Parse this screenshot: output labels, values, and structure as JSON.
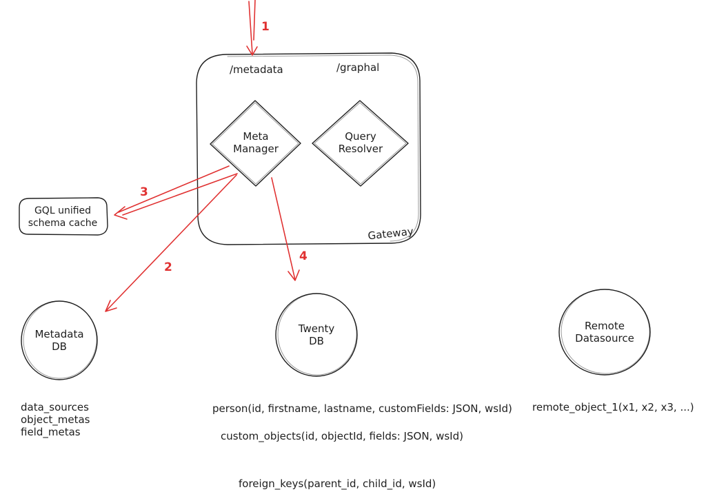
{
  "diagram": {
    "colors": {
      "ink": "#1e1e1e",
      "arrow": "#e03131",
      "background": "#ffffff"
    },
    "gateway": {
      "label": "Gateway",
      "endpoint_metadata": "/metadata",
      "endpoint_graphql": "/graphal",
      "meta_manager": {
        "lines": [
          "Meta",
          "Manager"
        ]
      },
      "query_resolver": {
        "lines": [
          "Query",
          "Resolver"
        ]
      }
    },
    "schema_cache": {
      "lines": [
        "GQL unified",
        "schema cache"
      ]
    },
    "databases": {
      "metadata_db": {
        "lines": [
          "Metadata",
          "DB"
        ]
      },
      "twenty_db": {
        "lines": [
          "Twenty",
          "DB"
        ]
      },
      "remote_datasource": {
        "lines": [
          "Remote",
          "Datasource"
        ]
      }
    },
    "arrow_labels": {
      "step1": "1",
      "step2": "2",
      "step3": "3",
      "step4": "4"
    },
    "schema_text": {
      "metadata_tables": [
        "data_sources",
        "object_metas",
        "field_metas"
      ],
      "person_table": "person(id, firstname, lastname, customFields: JSON, wsId)",
      "custom_objects_table": "custom_objects(id, objectId, fields: JSON, wsId)",
      "remote_object_table": "remote_object_1(x1, x2, x3, ...)",
      "foreign_keys_table": "foreign_keys(parent_id, child_id, wsId)"
    }
  }
}
